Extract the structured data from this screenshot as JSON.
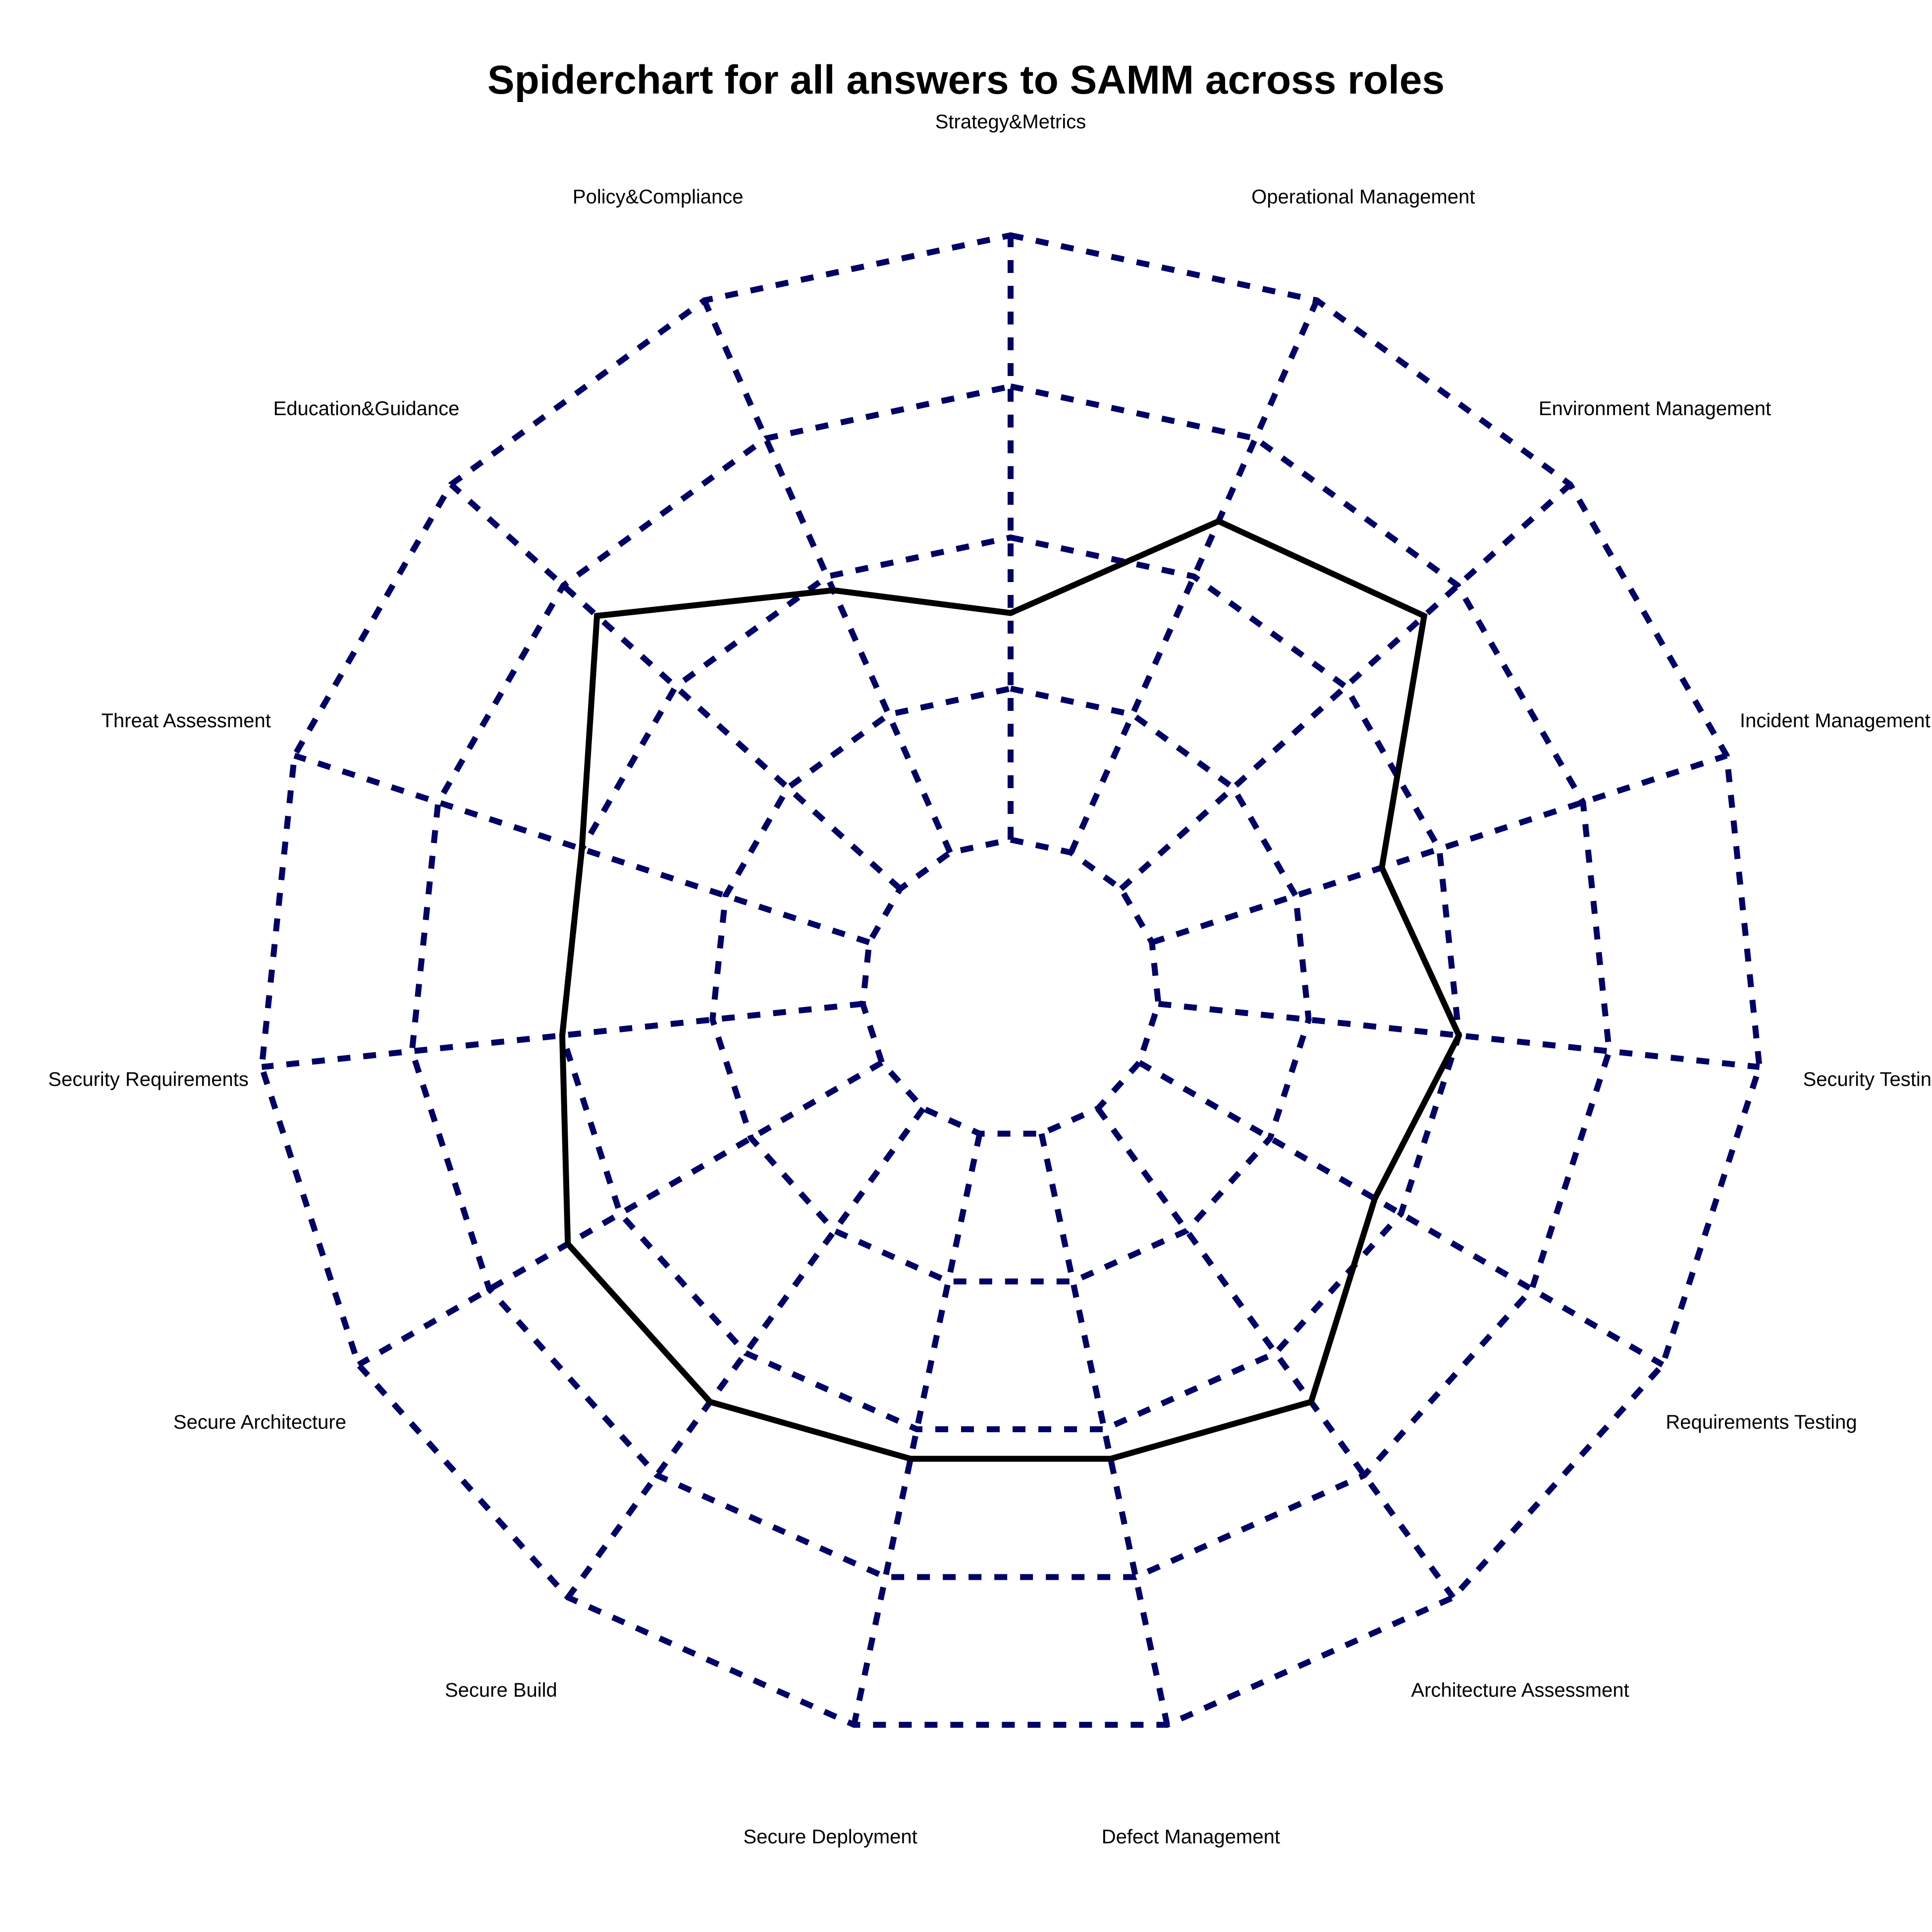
{
  "chart_data": {
    "type": "radar",
    "title": "Spiderchart for all answers to SAMM across roles",
    "axes": [
      "Strategy&Metrics",
      "Operational Management",
      "Environment Management",
      "Incident Management",
      "Security Testing",
      "Requirements Testing",
      "Architecture Assessment",
      "Defect Management",
      "Secure Deployment",
      "Secure Build",
      "Secure Architecture",
      "Security Requirements",
      "Threat Assessment",
      "Education&Guidance",
      "Policy&Compliance"
    ],
    "range": [
      0,
      4
    ],
    "rings": [
      1,
      2,
      3,
      4
    ],
    "grid": "dashed",
    "legend": "none",
    "series": [
      {
        "values": [
          1.5,
          2.4,
          2.7,
          1.6,
          2.0,
          1.8,
          2.4,
          2.2,
          2.2,
          2.4,
          2.4,
          2.0,
          2.0,
          2.7,
          1.9
        ]
      }
    ],
    "colors": {
      "grid": "#000066",
      "series": "#000000"
    }
  }
}
